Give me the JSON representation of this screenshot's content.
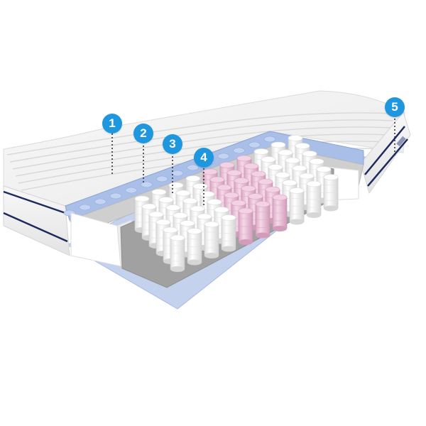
{
  "markers": [
    {
      "number": "1",
      "layer": "quilted-cover"
    },
    {
      "number": "2",
      "layer": "blue-foam"
    },
    {
      "number": "3",
      "layer": "felt-layer"
    },
    {
      "number": "4",
      "layer": "pocket-springs"
    },
    {
      "number": "5",
      "layer": "side-border"
    }
  ],
  "colors": {
    "marker": "#1f97de",
    "cover": "#f3f3f3",
    "border_stripe": "#1d2a5c",
    "foam_blue": "#b8c9ea",
    "spring_white": "#ffffff",
    "spring_pink": "#efc6dd",
    "felt": "#9c9c9c"
  }
}
